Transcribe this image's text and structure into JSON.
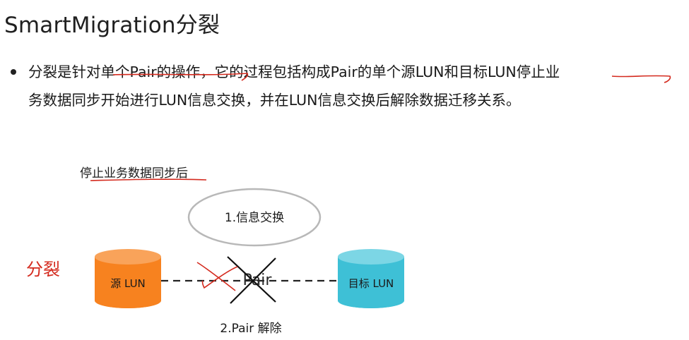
{
  "title": "SmartMigration分裂",
  "bullet": {
    "line1": "分裂是针对单个Pair的操作，它的过程包括构成Pair的单个源LUN和目标LUN停止业",
    "line2": "务数据同步开始进行LUN信息交换，并在LUN信息交换后解除数据迁移关系。"
  },
  "diagram": {
    "stop_sync_label": "停止业务数据同步后",
    "info_exchange_label": "1.信息交换",
    "split_label": "分裂",
    "source_lun_label": "源 LUN",
    "target_lun_label": "目标 LUN",
    "pair_label": "Pair",
    "pair_release_label": "2.Pair 解除",
    "colors": {
      "source_lun": "#f7821f",
      "target_lun": "#3ec0d6",
      "annotation_red": "#d42a1e",
      "split_label": "#d42a1e"
    }
  }
}
